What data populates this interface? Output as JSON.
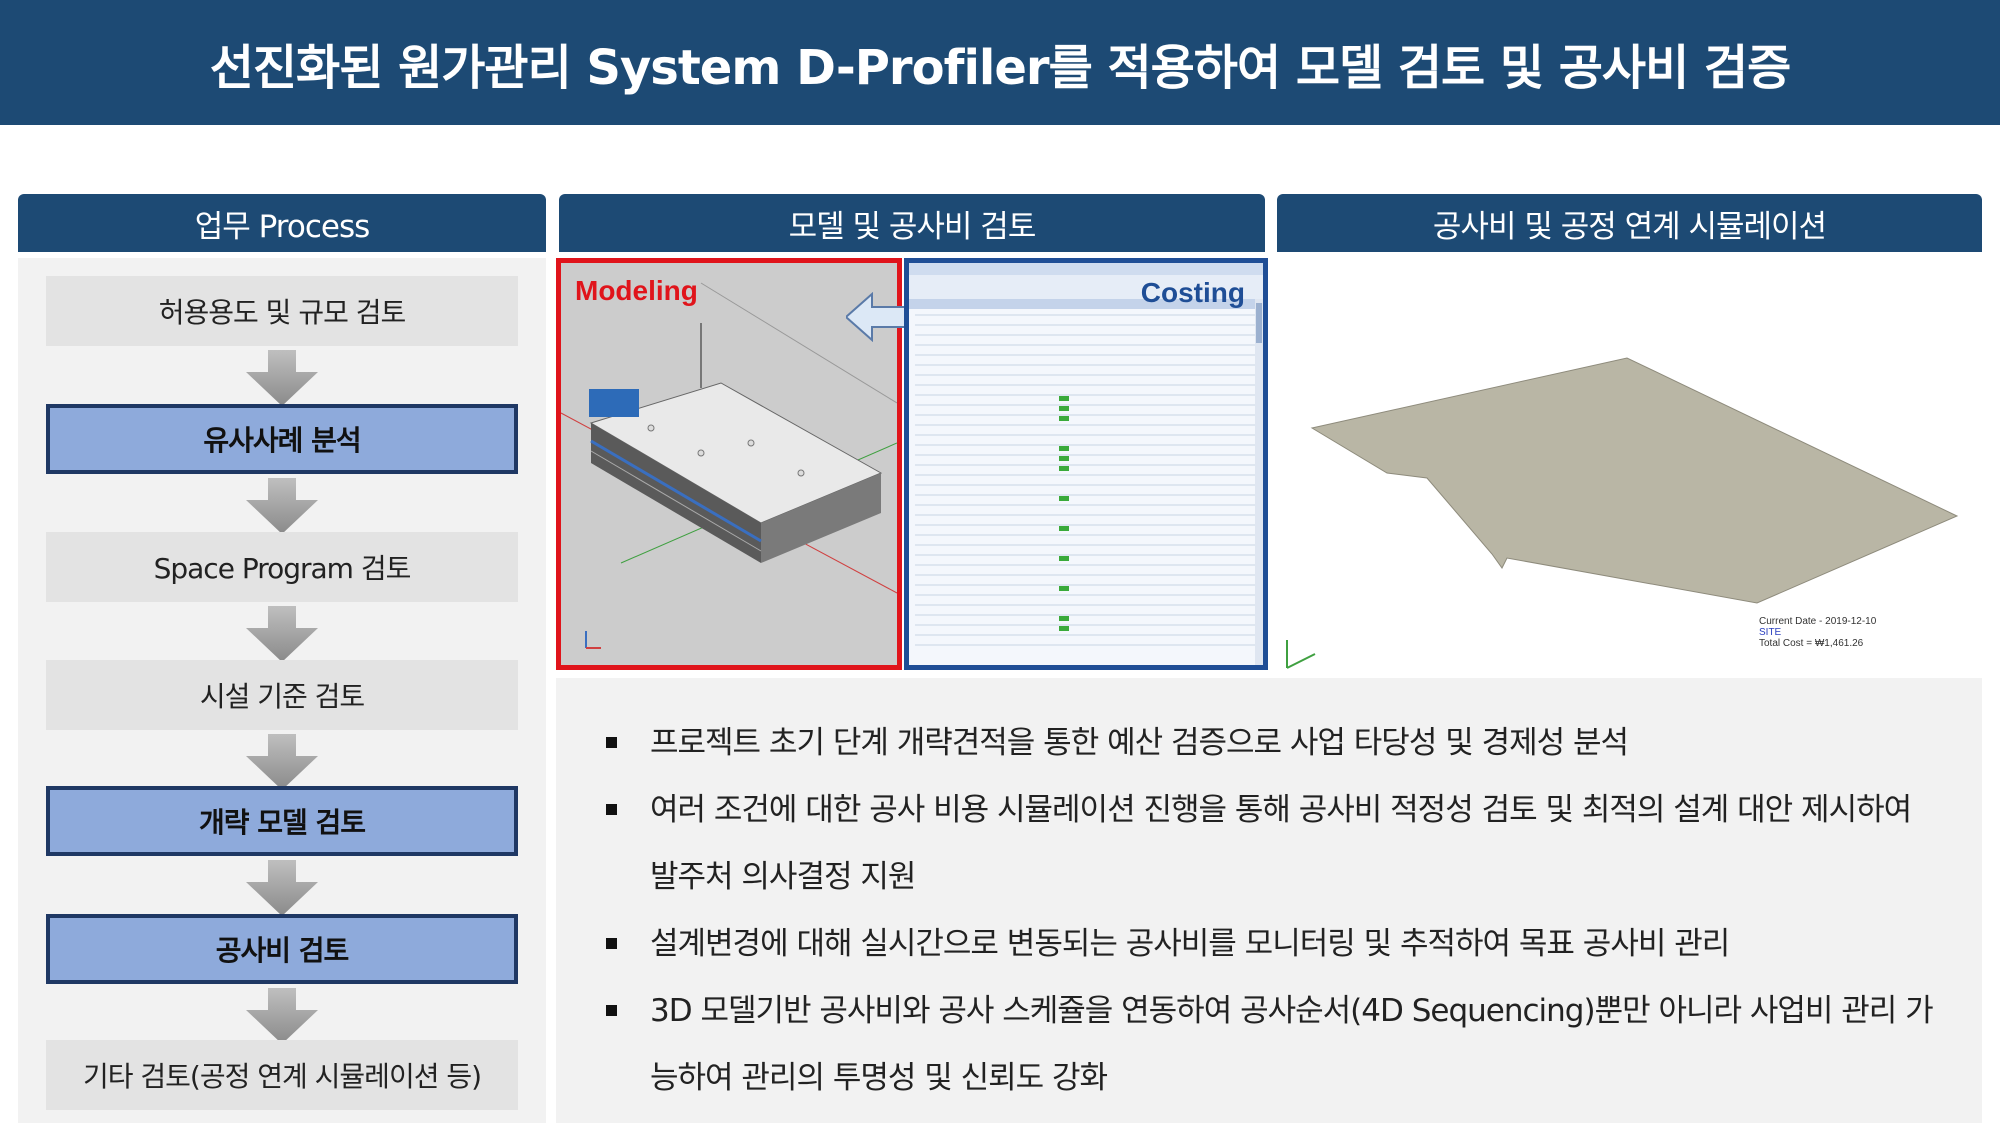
{
  "title": "선진화된 원가관리 System D-Profiler를 적용하여 모델 검토 및 공사비 검증",
  "panels": {
    "process": "업무 Process",
    "model_review": "모델 및 공사비 검토",
    "simulation": "공사비 및 공정 연계 시뮬레이션"
  },
  "process_steps": [
    {
      "label": "허용용도 및 규모 검토",
      "highlight": false
    },
    {
      "label": "유사사례 분석",
      "highlight": true
    },
    {
      "label": "Space Program 검토",
      "highlight": false
    },
    {
      "label": "시설 기준 검토",
      "highlight": false
    },
    {
      "label": "개략 모델 검토",
      "highlight": true
    },
    {
      "label": "공사비 검토",
      "highlight": true
    },
    {
      "label": "기타 검토(공정 연계 시뮬레이션 등)",
      "highlight": false
    }
  ],
  "screenshots": {
    "modeling_label": "Modeling",
    "costing_label": "Costing",
    "sim_current_date": "Current Date - 2019-12-10",
    "sim_site": "SITE",
    "sim_total_cost": "Total Cost = ₩1,461.26"
  },
  "bullets": [
    "프로젝트 초기 단계 개략견적을 통한 예산 검증으로 사업 타당성 및 경제성 분석",
    "여러 조건에 대한 공사 비용 시뮬레이션 진행을 통해 공사비 적정성 검토 및 최적의 설계 대안 제시하여 발주처 의사결정 지원",
    "설계변경에 대해 실시간으로 변동되는 공사비를 모니터링 및 추적하여 목표 공사비 관리",
    "3D 모델기반 공사비와 공사 스케쥴을 연동하여 공사순서(4D Sequencing)뿐만 아니라 사업비 관리 가능하여 관리의 투명성 및 신뢰도 강화"
  ],
  "colors": {
    "header": "#1d4a74",
    "highlight_fill": "#8eaadb",
    "highlight_border": "#1f3864",
    "modeling_border": "#e0141b",
    "costing_border": "#1f4e96"
  }
}
